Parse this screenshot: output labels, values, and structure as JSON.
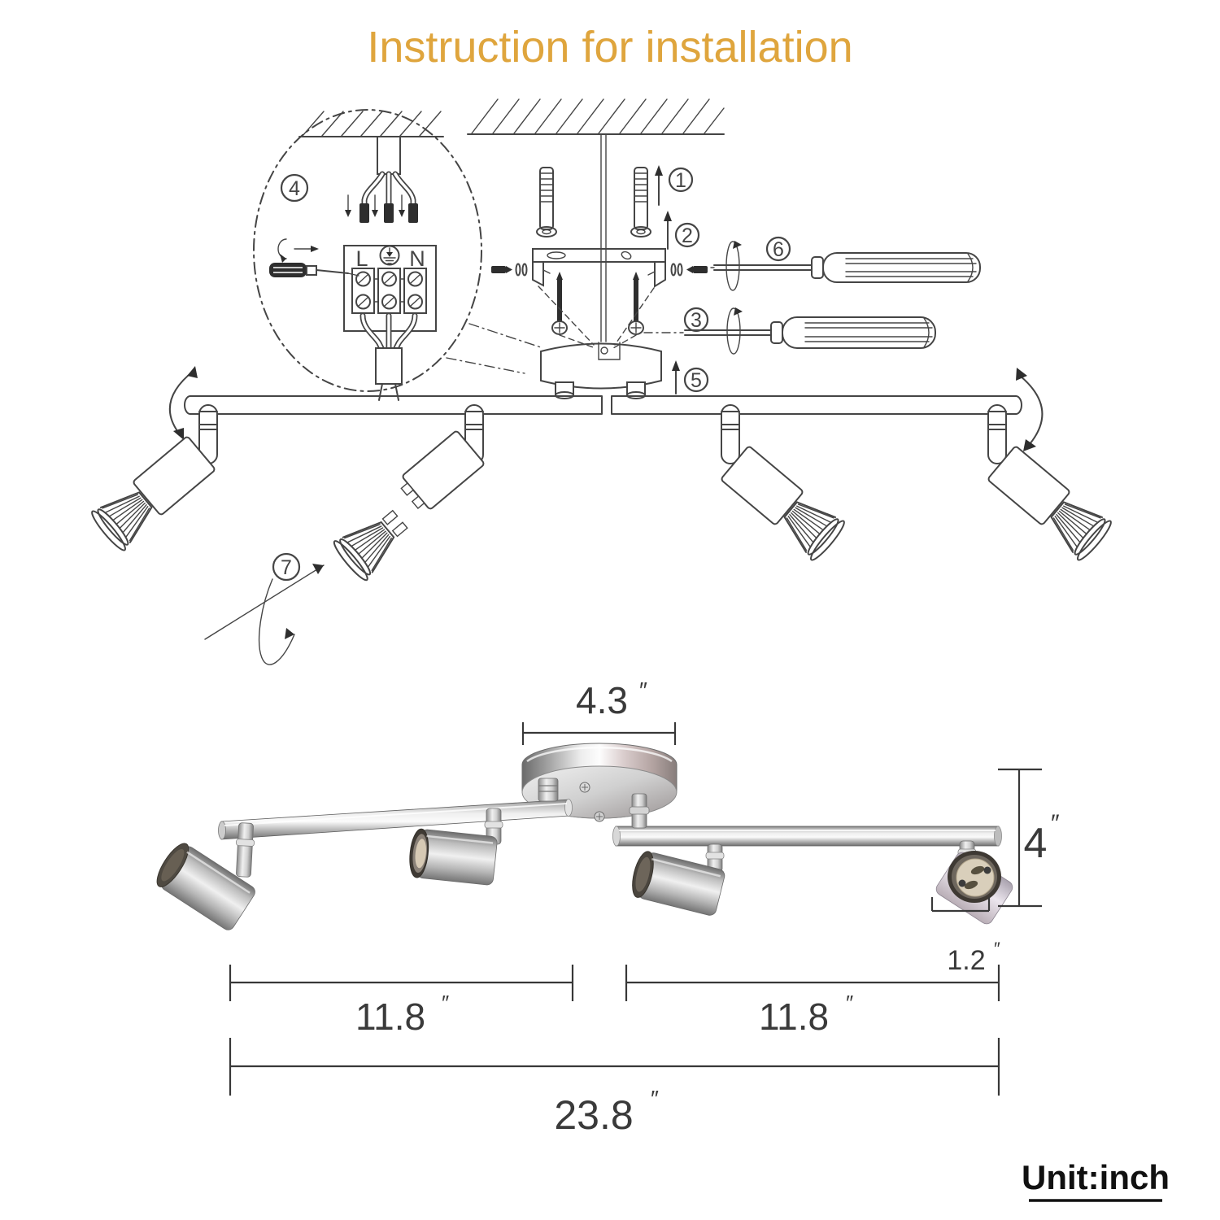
{
  "title": {
    "text": "Instruction for installation",
    "color": "#DFA53D"
  },
  "installation": {
    "steps": [
      {
        "number": "1"
      },
      {
        "number": "2"
      },
      {
        "number": "3"
      },
      {
        "number": "4"
      },
      {
        "number": "5"
      },
      {
        "number": "6"
      },
      {
        "number": "7"
      }
    ],
    "terminal": {
      "live_label": "L",
      "neutral_label": "N"
    }
  },
  "dimensions": {
    "canopy_diameter": {
      "value": "4.3",
      "mark": "″"
    },
    "drop_height": {
      "value": "4",
      "mark": "″"
    },
    "head_diameter": {
      "value": "1.2",
      "mark": "″"
    },
    "left_bar": {
      "value": "11.8",
      "mark": "″"
    },
    "right_bar": {
      "value": "11.8",
      "mark": "″"
    },
    "total_length": {
      "value": "23.8",
      "mark": "″"
    },
    "unit_note": "Unit:inch"
  },
  "colors": {
    "line_art": "#454545",
    "dimension_text": "#3a3a3a"
  }
}
